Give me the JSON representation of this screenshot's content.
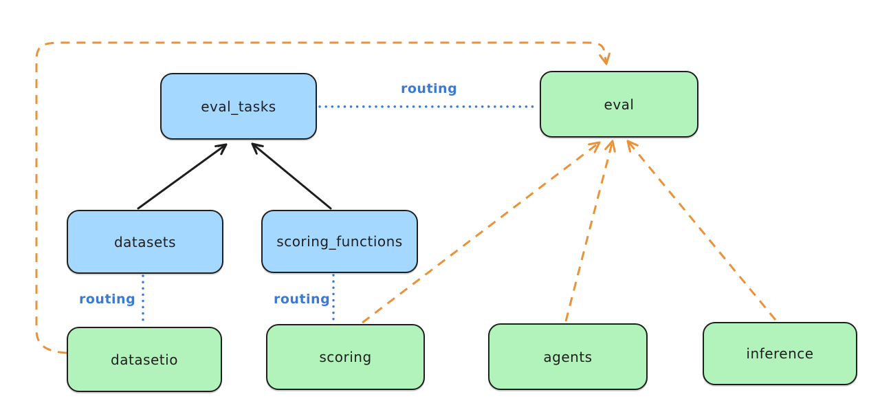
{
  "diagram": {
    "nodes": {
      "eval_tasks": {
        "label": "eval_tasks",
        "fill": "#a5d8ff"
      },
      "eval": {
        "label": "eval",
        "fill": "#b2f2bb"
      },
      "datasets": {
        "label": "datasets",
        "fill": "#a5d8ff"
      },
      "scoring_functions": {
        "label": "scoring_functions",
        "fill": "#a5d8ff"
      },
      "datasetio": {
        "label": "datasetio",
        "fill": "#b2f2bb"
      },
      "scoring": {
        "label": "scoring",
        "fill": "#b2f2bb"
      },
      "agents": {
        "label": "agents",
        "fill": "#b2f2bb"
      },
      "inference": {
        "label": "inference",
        "fill": "#b2f2bb"
      }
    },
    "edge_labels": {
      "eval_tasks_eval": "routing",
      "datasets_datasetio": "routing",
      "scoring_functions_scoring": "routing"
    },
    "edges": [
      {
        "from": "datasets",
        "to": "eval_tasks",
        "style": "solid-black-arrow"
      },
      {
        "from": "scoring_functions",
        "to": "eval_tasks",
        "style": "solid-black-arrow"
      },
      {
        "from": "eval_tasks",
        "to": "eval",
        "style": "dotted-blue",
        "label": "routing"
      },
      {
        "from": "datasets",
        "to": "datasetio",
        "style": "dotted-blue",
        "label": "routing"
      },
      {
        "from": "scoring_functions",
        "to": "scoring",
        "style": "dotted-blue",
        "label": "routing"
      },
      {
        "from": "datasetio",
        "to": "eval",
        "style": "dashed-orange-arrow",
        "route": "left-and-top-loop"
      },
      {
        "from": "scoring",
        "to": "eval",
        "style": "dashed-orange-arrow"
      },
      {
        "from": "agents",
        "to": "eval",
        "style": "dashed-orange-arrow"
      },
      {
        "from": "inference",
        "to": "eval",
        "style": "dashed-orange-arrow"
      }
    ],
    "colors": {
      "background": "#ffffff",
      "node_stroke": "#1e1e1e",
      "node_blue": "#a5d8ff",
      "node_green": "#b2f2bb",
      "routing_blue": "#3a7ad1",
      "orange": "#e8923a",
      "black_arrow": "#1e1e1e"
    }
  }
}
